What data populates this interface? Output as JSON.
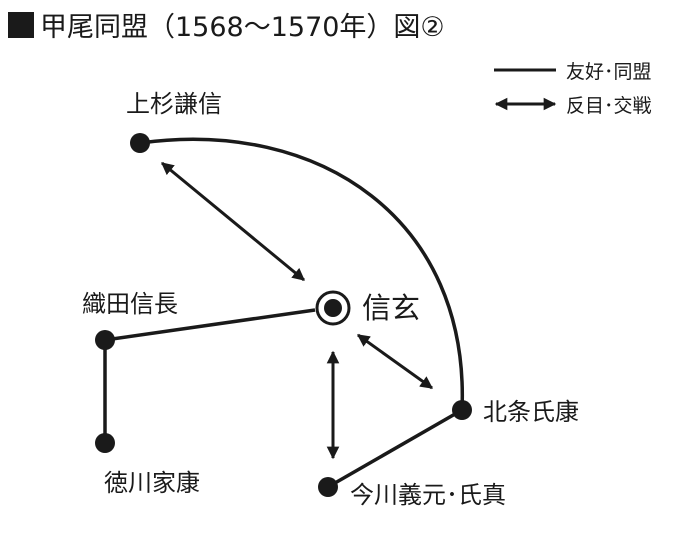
{
  "title": "甲尾同盟（1568〜1570年）図②",
  "legend": {
    "alliance_label": "友好･同盟",
    "hostile_label": "反目･交戦"
  },
  "nodes": {
    "uesugi": "上杉謙信",
    "shingen": "信玄",
    "oda": "織田信長",
    "tokugawa": "徳川家康",
    "hojo": "北条氏康",
    "imagawa": "今川義元･氏真"
  },
  "colors": {
    "ink": "#1a1a1a",
    "background": "#ffffff"
  }
}
